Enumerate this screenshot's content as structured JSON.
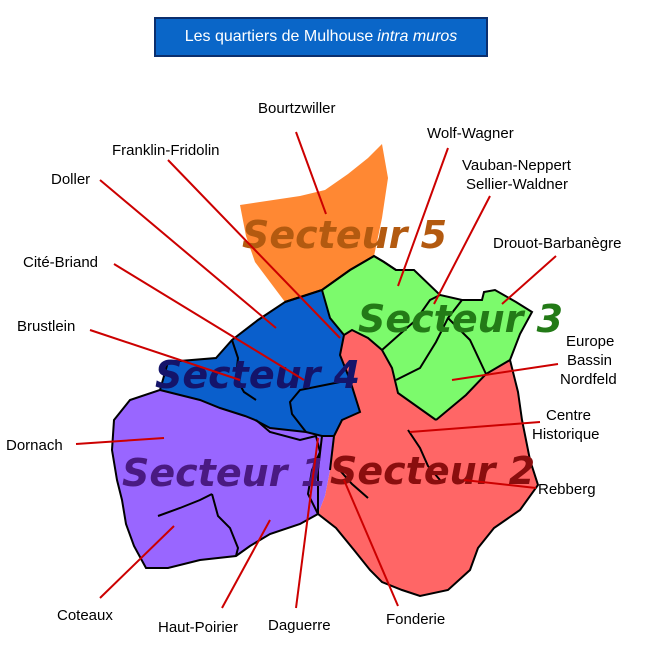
{
  "title": {
    "text": "Les quartiers de Mulhouse",
    "italic": "intra muros"
  },
  "colors": {
    "secteur1": "#9966ff",
    "secteur2": "#ff6666",
    "secteur3": "#7cfa6c",
    "secteur4": "#0a5fcc",
    "secteur5": "#ff8833",
    "leader": "#cc0000",
    "title_bg": "#0a66c8"
  },
  "sectors": {
    "s1": "Secteur 1",
    "s2": "Secteur 2",
    "s3": "Secteur 3",
    "s4": "Secteur 4",
    "s5": "Secteur 5"
  },
  "quartiers": {
    "bourtzwiller": "Bourtzwiller",
    "wolf_wagner": "Wolf-Wagner",
    "franklin_fridolin": "Franklin-Fridolin",
    "doller": "Doller",
    "vauban_1": "Vauban-Neppert",
    "vauban_2": "Sellier-Waldner",
    "drouot": "Drouot-Barbanègre",
    "cite_briand": "Cité-Briand",
    "brustlein": "Brustlein",
    "europe_1": "Europe",
    "europe_2": "Bassin",
    "europe_3": "Nordfeld",
    "centre_1": "Centre",
    "centre_2": "Historique",
    "dornach": "Dornach",
    "rebberg": "Rebberg",
    "coteaux": "Coteaux",
    "haut_poirier": "Haut-Poirier",
    "daguerre": "Daguerre",
    "fonderie": "Fonderie"
  }
}
